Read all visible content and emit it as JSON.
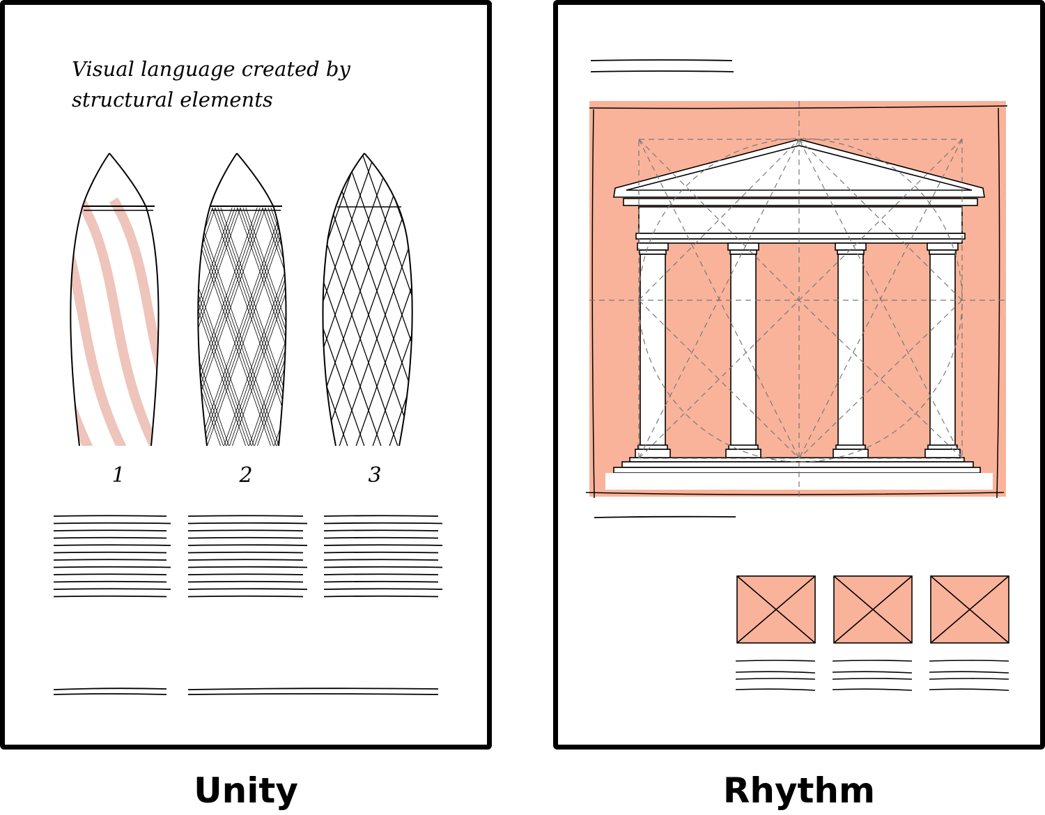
{
  "colors": {
    "accent_fill": "#f9b39a",
    "accent_stripe": "#eec4bb",
    "ink": "#000000",
    "guide": "#777777"
  },
  "unity": {
    "caption": "Unity",
    "title": "Visual language created by structural elements",
    "variants": [
      {
        "number": "1",
        "pattern": "diagonal-stripes"
      },
      {
        "number": "2",
        "pattern": "dense-diamond-lattice"
      },
      {
        "number": "3",
        "pattern": "diamond-lattice"
      }
    ]
  },
  "rhythm": {
    "caption": "Rhythm",
    "image": "classical-temple-with-columns",
    "thumbnails": [
      "image-placeholder",
      "image-placeholder",
      "image-placeholder"
    ]
  }
}
